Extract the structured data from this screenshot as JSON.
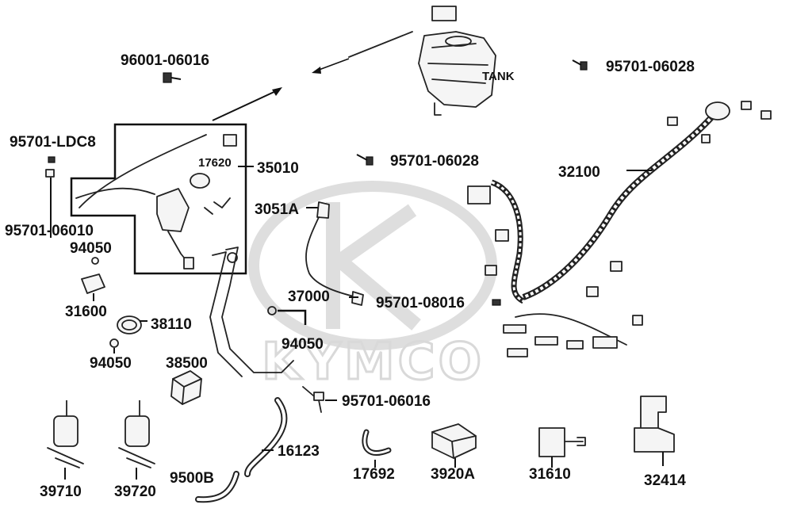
{
  "watermark": {
    "brand": "KYMCO"
  },
  "parts": {
    "p96001_06016": "96001-06016",
    "p95701_ldc8": "95701-LDC8",
    "p95701_06010": "95701-06010",
    "p94050_a": "94050",
    "p31600": "31600",
    "p38110": "38110",
    "p94050_b": "94050",
    "p38500": "38500",
    "p39710": "39710",
    "p39720": "39720",
    "p9500b": "9500B",
    "p16123": "16123",
    "p17620": "17620",
    "p35010": "35010",
    "p3051a": "3051A",
    "p37000": "37000",
    "p94050_c": "94050",
    "p95701_06016": "95701-06016",
    "p17692": "17692",
    "p3920a": "3920A",
    "p31610": "31610",
    "p32414": "32414",
    "p95701_08016": "95701-08016",
    "p32100": "32100",
    "p95701_06028_a": "95701-06028",
    "p95701_06028_b": "95701-06028",
    "tank": "TANK"
  }
}
